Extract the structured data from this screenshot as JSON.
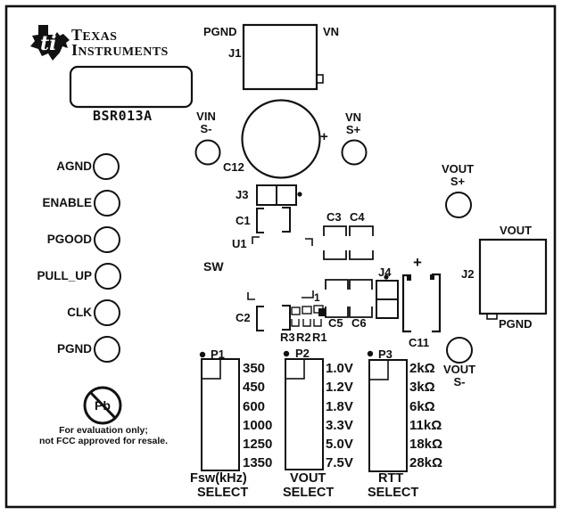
{
  "brand": {
    "logo_text": "ti",
    "line1": "TEXAS",
    "line2": "INSTRUMENTS",
    "board_id": "BSR013A"
  },
  "j1": {
    "ref": "J1",
    "label_left": "PGND",
    "label_right": "VN"
  },
  "j2": {
    "ref": "J2",
    "label_top": "VOUT",
    "label_bottom": "PGND"
  },
  "testpoints": {
    "left": [
      "AGND",
      "ENABLE",
      "PGOOD",
      "PULL_UP",
      "CLK",
      "PGND"
    ],
    "vin_s_minus": [
      "VIN",
      "S-"
    ],
    "vn_s_plus": [
      "VN",
      "S+"
    ],
    "vout_s_plus": [
      "VOUT",
      "S+"
    ],
    "vout_s_minus": [
      "VOUT",
      "S-"
    ]
  },
  "components": {
    "c12": "C12",
    "c12_plus": "+",
    "j3": "J3",
    "c1": "C1",
    "u1": "U1",
    "sw": "SW",
    "c3": "C3",
    "c4": "C4",
    "c2": "C2",
    "r3": "R3",
    "r2": "R2",
    "r1": "R1",
    "pin1": "1",
    "c5": "C5",
    "c6": "C6",
    "j4": "J4",
    "c11": "C11",
    "c11_plus": "+"
  },
  "headers": {
    "p1": {
      "ref": "P1",
      "values": [
        "350",
        "450",
        "600",
        "1000",
        "1250",
        "1350"
      ],
      "caption1": "Fsw(kHz)",
      "caption2": "SELECT"
    },
    "p2": {
      "ref": "P2",
      "values": [
        "1.0V",
        "1.2V",
        "1.8V",
        "3.3V",
        "5.0V",
        "7.5V"
      ],
      "caption1": "VOUT",
      "caption2": "SELECT"
    },
    "p3": {
      "ref": "P3",
      "values": [
        "2kΩ",
        "3kΩ",
        "6kΩ",
        "11kΩ",
        "18kΩ",
        "28kΩ"
      ],
      "caption1": "RTT",
      "caption2": "SELECT"
    }
  },
  "footer": {
    "pb": "Pb",
    "line1": "For evaluation only;",
    "line2": "not FCC approved for resale."
  }
}
